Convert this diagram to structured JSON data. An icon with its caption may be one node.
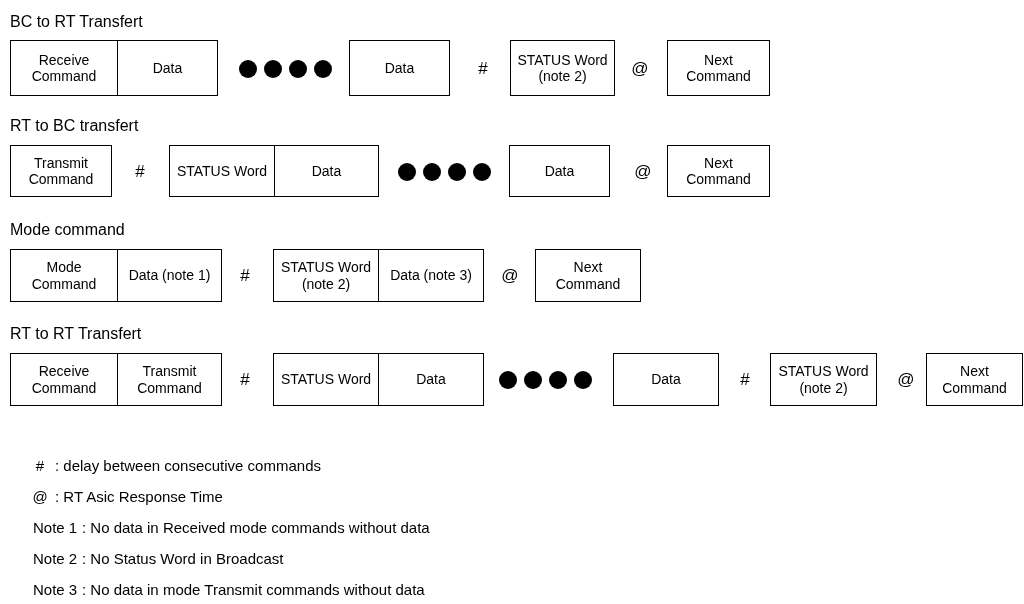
{
  "diagram": {
    "nodes": [
      {
        "text": [
          "Receive Command"
        ]
      },
      {
        "text": [
          "Data"
        ]
      },
      {
        "text": [
          "Data"
        ]
      },
      {
        "text": [
          "STATUS Word (note 2)"
        ]
      },
      {
        "text": [
          "Next Command"
        ]
      },
      {
        "text": [
          "Transmit Command"
        ]
      },
      {
        "text": [
          "STATUS Word"
        ]
      },
      {
        "text": [
          "Data"
        ]
      },
      {
        "text": [
          "Data"
        ]
      },
      {
        "text": [
          "Next Command"
        ]
      },
      {
        "text": [
          "Mode Command"
        ]
      },
      {
        "text": [
          "Data (note 1)"
        ]
      },
      {
        "text": [
          "STATUS Word (note 2)"
        ]
      },
      {
        "text": [
          "Data (note 3)"
        ]
      },
      {
        "text": [
          "Next Command"
        ]
      },
      {
        "text": [
          "Receive Command"
        ]
      },
      {
        "text": [
          "Transmit Command"
        ]
      },
      {
        "text": [
          "STATUS Word"
        ]
      },
      {
        "text": [
          "Data"
        ]
      },
      {
        "text": [
          "Data"
        ]
      },
      {
        "text": [
          "STATUS Word (note 2)"
        ]
      },
      {
        "text": [
          "Next Command"
        ]
      }
    ],
    "labels": [
      "BC to RT Transfert",
      "#",
      "@",
      "RT to BC transfert",
      "#",
      "@",
      "Mode command",
      "#",
      "@",
      "RT to RT Transfert",
      "#",
      "#",
      "@",
      "#",
      ": delay between consecutive commands",
      "@",
      ": RT Asic Response Time",
      "Note 1",
      ": No data in Received mode commands without data",
      "Note 2",
      ": No Status Word in Broadcast",
      "Note 3",
      ": No data in mode Transmit commands without data"
    ]
  }
}
